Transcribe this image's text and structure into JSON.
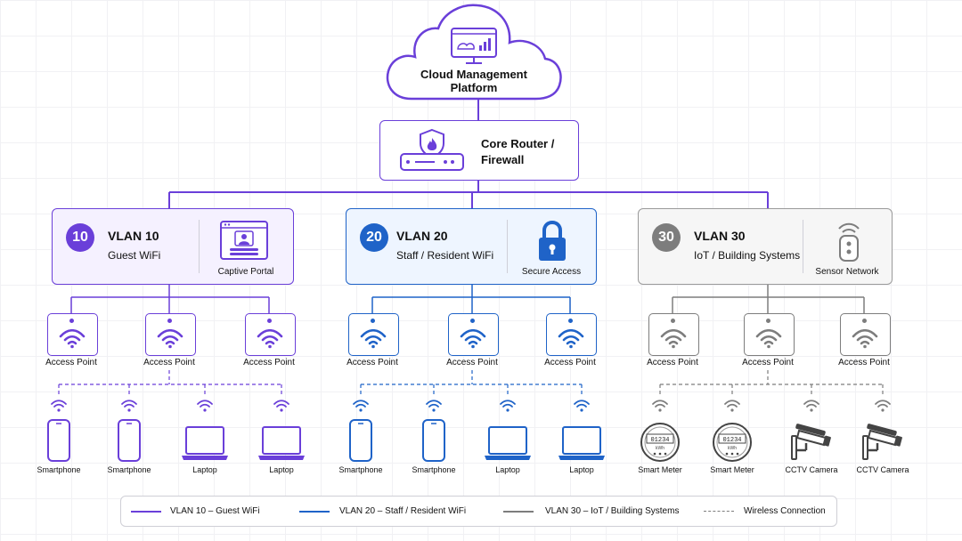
{
  "colors": {
    "vlan10": "#6a3fd9",
    "vlan20": "#1f63c8",
    "vlan30": "#7d7d7d",
    "vlan10_bg": "#f5f1ff",
    "vlan20_bg": "#eef5ff",
    "vlan30_bg": "#f6f6f6"
  },
  "cloud": {
    "line1": "Cloud Management",
    "line2": "Platform",
    "icon": "monitor-chart-icon"
  },
  "router": {
    "line1": "Core Router /",
    "line2": "Firewall",
    "icon": "router-shield-icon"
  },
  "vlans": [
    {
      "number": "10",
      "title": "VLAN 10",
      "subtitle": "Guest WiFi",
      "feature": "Captive Portal",
      "feature_icon": "captive-portal-icon"
    },
    {
      "number": "20",
      "title": "VLAN 20",
      "subtitle": "Staff / Resident WiFi",
      "feature": "Secure Access",
      "feature_icon": "lock-icon"
    },
    {
      "number": "30",
      "title": "VLAN 30",
      "subtitle": "IoT / Building Systems",
      "feature": "Sensor Network",
      "feature_icon": "sensor-icon"
    }
  ],
  "access_point_label": "Access Point",
  "devices": {
    "vlan10": [
      "Smartphone",
      "Smartphone",
      "Laptop",
      "Laptop"
    ],
    "vlan20": [
      "Smartphone",
      "Smartphone",
      "Laptop",
      "Laptop"
    ],
    "vlan30": [
      "Smart Meter",
      "Smart Meter",
      "CCTV Camera",
      "CCTV Camera"
    ]
  },
  "meter_reading": "01234",
  "meter_unit": "kWh",
  "legend": {
    "vlan10": "VLAN 10 – Guest WiFi",
    "vlan20": "VLAN 20 – Staff / Resident WiFi",
    "vlan30": "VLAN 30 – IoT / Building Systems",
    "wireless": "Wireless Connection"
  }
}
